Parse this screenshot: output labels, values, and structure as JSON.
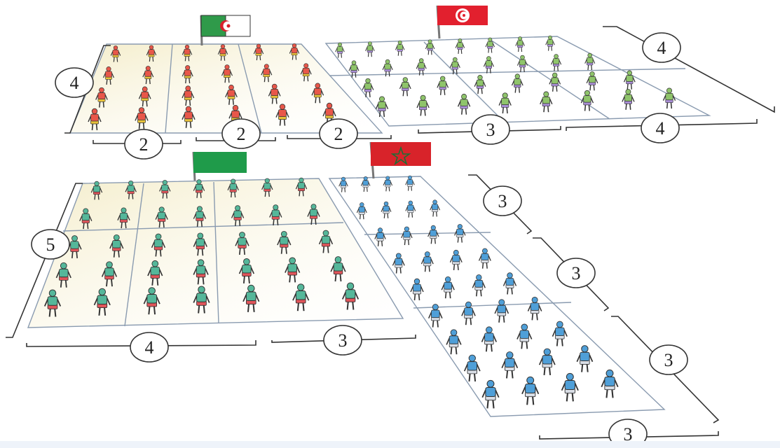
{
  "groups": [
    {
      "id": "algeria",
      "flag": "algeria-flag",
      "columns": 6,
      "rows": 4,
      "shirt_color": "#e8574a",
      "shorts_color": "#e8c23a",
      "blocks_across": [
        2,
        2,
        2
      ],
      "rows_label": 4
    },
    {
      "id": "tunisia",
      "flag": "tunisia-flag",
      "columns": 8,
      "rows": 4,
      "shirt_color": "#8fc46b",
      "shorts_color": "#a98ed6",
      "blocks_across": [
        3
      ],
      "blocks_bottom_label": 4,
      "rows_label": 4
    },
    {
      "id": "saudi",
      "flag": "green-flag",
      "columns": 7,
      "rows": 5,
      "shirt_color": "#55b79a",
      "shorts_color": "#e0555a",
      "blocks_across": [
        4,
        3
      ],
      "rows_label": 5
    },
    {
      "id": "morocco",
      "flag": "morocco-flag",
      "columns": 4,
      "rows": 9,
      "shirt_color": "#4f9fd8",
      "shorts_color": "#d8dde5",
      "blocks_down": [
        3,
        3,
        3
      ],
      "blocks_bottom_label": 3
    }
  ],
  "labels": {
    "alg_left": "4",
    "alg_b1": "2",
    "alg_b2": "2",
    "alg_b3": "2",
    "tun_right": "4",
    "tun_b1": "3",
    "tun_b2": "4",
    "sau_left": "5",
    "sau_b1": "4",
    "sau_b2": "3",
    "mor_r1": "3",
    "mor_r2": "3",
    "mor_r3": "3",
    "mor_b": "3"
  },
  "colors": {
    "algeria_green": "#2f9a4a",
    "algeria_white": "#ffffff",
    "algeria_red": "#d8202c",
    "tunisia_red": "#e2202e",
    "green_flag": "#1f9b4a",
    "morocco_red": "#d8232a",
    "morocco_star": "#1c6e34",
    "field_tint": "#efe6bd",
    "line": "#8a9bb0",
    "bracket": "#333333"
  }
}
